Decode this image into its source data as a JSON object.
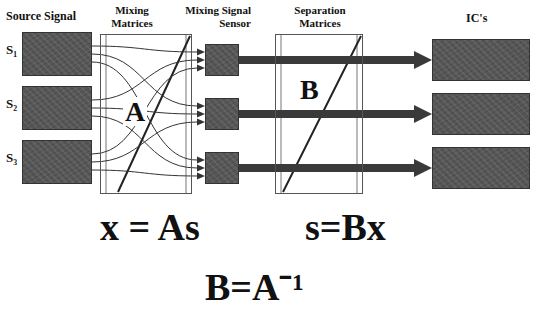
{
  "diagram": {
    "nodes": [
      {
        "text": [
          "S₁"
        ]
      },
      {
        "text": [
          "S₂"
        ]
      },
      {
        "text": [
          "S₃"
        ]
      },
      {
        "text": [
          "Mixing Matrices",
          "A"
        ]
      },
      {
        "text": []
      },
      {
        "text": []
      },
      {
        "text": []
      },
      {
        "text": [
          "Separation Matrices",
          "B"
        ]
      },
      {
        "text": []
      },
      {
        "text": []
      },
      {
        "text": []
      }
    ],
    "edges": [
      {
        "from": 0,
        "to": 4,
        "arrow": "to"
      },
      {
        "from": 0,
        "to": 5,
        "arrow": "to"
      },
      {
        "from": 0,
        "to": 6,
        "arrow": "to"
      },
      {
        "from": 1,
        "to": 4,
        "arrow": "to"
      },
      {
        "from": 1,
        "to": 5,
        "arrow": "to"
      },
      {
        "from": 1,
        "to": 6,
        "arrow": "to"
      },
      {
        "from": 2,
        "to": 4,
        "arrow": "to"
      },
      {
        "from": 2,
        "to": 5,
        "arrow": "to"
      },
      {
        "from": 2,
        "to": 6,
        "arrow": "to"
      },
      {
        "from": 4,
        "to": 8,
        "arrow": "to"
      },
      {
        "from": 5,
        "to": 9,
        "arrow": "to"
      },
      {
        "from": 6,
        "to": 10,
        "arrow": "to"
      }
    ],
    "labels": [
      "Source Signal",
      "Mixing Signal Sensor",
      "IC's",
      "x = As",
      "s=Bx",
      "B=A⁻¹"
    ]
  }
}
